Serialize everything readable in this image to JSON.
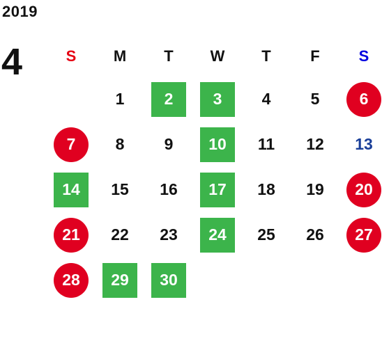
{
  "calendar": {
    "year": "2019",
    "month": "4",
    "weekdays": [
      {
        "label": "S",
        "kind": "sun"
      },
      {
        "label": "M",
        "kind": "plain"
      },
      {
        "label": "T",
        "kind": "plain"
      },
      {
        "label": "W",
        "kind": "plain"
      },
      {
        "label": "T",
        "kind": "plain"
      },
      {
        "label": "F",
        "kind": "plain"
      },
      {
        "label": "S",
        "kind": "sat"
      }
    ],
    "weeks": [
      [
        null,
        {
          "day": "1",
          "style": "plain"
        },
        {
          "day": "2",
          "style": "green"
        },
        {
          "day": "3",
          "style": "green"
        },
        {
          "day": "4",
          "style": "plain"
        },
        {
          "day": "5",
          "style": "plain"
        },
        {
          "day": "6",
          "style": "red"
        }
      ],
      [
        {
          "day": "7",
          "style": "red"
        },
        {
          "day": "8",
          "style": "plain"
        },
        {
          "day": "9",
          "style": "plain"
        },
        {
          "day": "10",
          "style": "green"
        },
        {
          "day": "11",
          "style": "plain"
        },
        {
          "day": "12",
          "style": "plain"
        },
        {
          "day": "13",
          "style": "blue"
        }
      ],
      [
        {
          "day": "14",
          "style": "green"
        },
        {
          "day": "15",
          "style": "plain"
        },
        {
          "day": "16",
          "style": "plain"
        },
        {
          "day": "17",
          "style": "green"
        },
        {
          "day": "18",
          "style": "plain"
        },
        {
          "day": "19",
          "style": "plain"
        },
        {
          "day": "20",
          "style": "red"
        }
      ],
      [
        {
          "day": "21",
          "style": "red"
        },
        {
          "day": "22",
          "style": "plain"
        },
        {
          "day": "23",
          "style": "plain"
        },
        {
          "day": "24",
          "style": "green"
        },
        {
          "day": "25",
          "style": "plain"
        },
        {
          "day": "26",
          "style": "plain"
        },
        {
          "day": "27",
          "style": "red"
        }
      ],
      [
        {
          "day": "28",
          "style": "red"
        },
        {
          "day": "29",
          "style": "green"
        },
        {
          "day": "30",
          "style": "green"
        },
        null,
        null,
        null,
        null
      ]
    ]
  },
  "colors": {
    "green_marker": "#3cb44b",
    "red_marker": "#e00020",
    "sunday_header": "#e60012",
    "saturday_header": "#0000e0",
    "saturday_text": "#1a3f99"
  }
}
